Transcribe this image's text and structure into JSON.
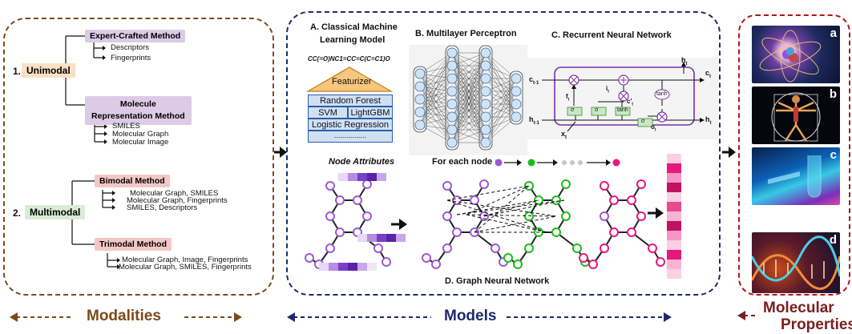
{
  "modalities": {
    "footer": "Modalities",
    "unimodal": {
      "label": "Unimodal",
      "num": "1.",
      "expert": {
        "label": "Expert-Crafted Method",
        "items": [
          "Descriptors",
          "Fingerprints"
        ]
      },
      "representation": {
        "label_line1": "Molecule",
        "label_line2": "Representation Method",
        "items": [
          "SMILES",
          "Molecular Graph",
          "Molecular Image"
        ]
      }
    },
    "multimodal": {
      "label": "Multimodal",
      "num": "2.",
      "bimodal": {
        "label": "Bimodal Method",
        "items": [
          "Molecular Graph, SMILES",
          "Molecular Graph, Fingerprints",
          "SMILES, Descriptors"
        ]
      },
      "trimodal": {
        "label": "Trimodal Method",
        "items": [
          "Molecular Graph, Image, Fingerprints",
          "Molecular Graph, SMILES, Fingerprints"
        ]
      }
    }
  },
  "models": {
    "footer": "Models",
    "classical": {
      "title_line1": "A. Classical Machine",
      "title_line2": "Learning Model",
      "smiles": "CC(=O)NC1=CC=C(C=C1)O",
      "featurizer": "Featurizer",
      "rows": [
        "Random Forest",
        "SVM",
        "LightGBM",
        "Logistic Regression",
        "................"
      ]
    },
    "mlp": {
      "title": "B. Multilayer Perceptron"
    },
    "rnn": {
      "title": "C. Recurrent Neural Network",
      "labels": {
        "c_prev": "c",
        "c_prev_sub": "t-1",
        "h_prev": "h",
        "h_prev_sub": "t-1",
        "c_t": "c",
        "c_t_sub": "t",
        "h_t": "h",
        "h_t_sub": "t",
        "h_t_top": "h",
        "h_t_top_sub": "t",
        "x_t": "x",
        "x_t_sub": "t",
        "f_t": "f",
        "f_t_sub": "t",
        "i_t": "i",
        "i_t_sub": "t",
        "c_tilde": "c'",
        "c_tilde_sub": "t",
        "o_t": "o",
        "o_t_sub": "t",
        "sigma": "σ",
        "tanh": "tanh"
      }
    },
    "gnn": {
      "title": "D. Graph Neural Network",
      "node_attributes": "Node Attributes",
      "for_each_node": "For each node :"
    }
  },
  "properties": {
    "footer_line1": "Molecular",
    "footer_line2": "Properties",
    "panels": [
      "a",
      "b",
      "c",
      "d"
    ]
  },
  "colors": {
    "modalities_border": "#7a4a1a",
    "models_border": "#1c2a6e",
    "properties_border": "#b01818",
    "unimodal_bg": "#fbe0c4",
    "multimodal_bg": "#d8ecd4",
    "method_bg": "#dccbe6",
    "multi_method_bg": "#f3c7c5",
    "purple_node": "#9b59d6",
    "green_node": "#1bbd1b",
    "pink_node": "#e6187a"
  }
}
